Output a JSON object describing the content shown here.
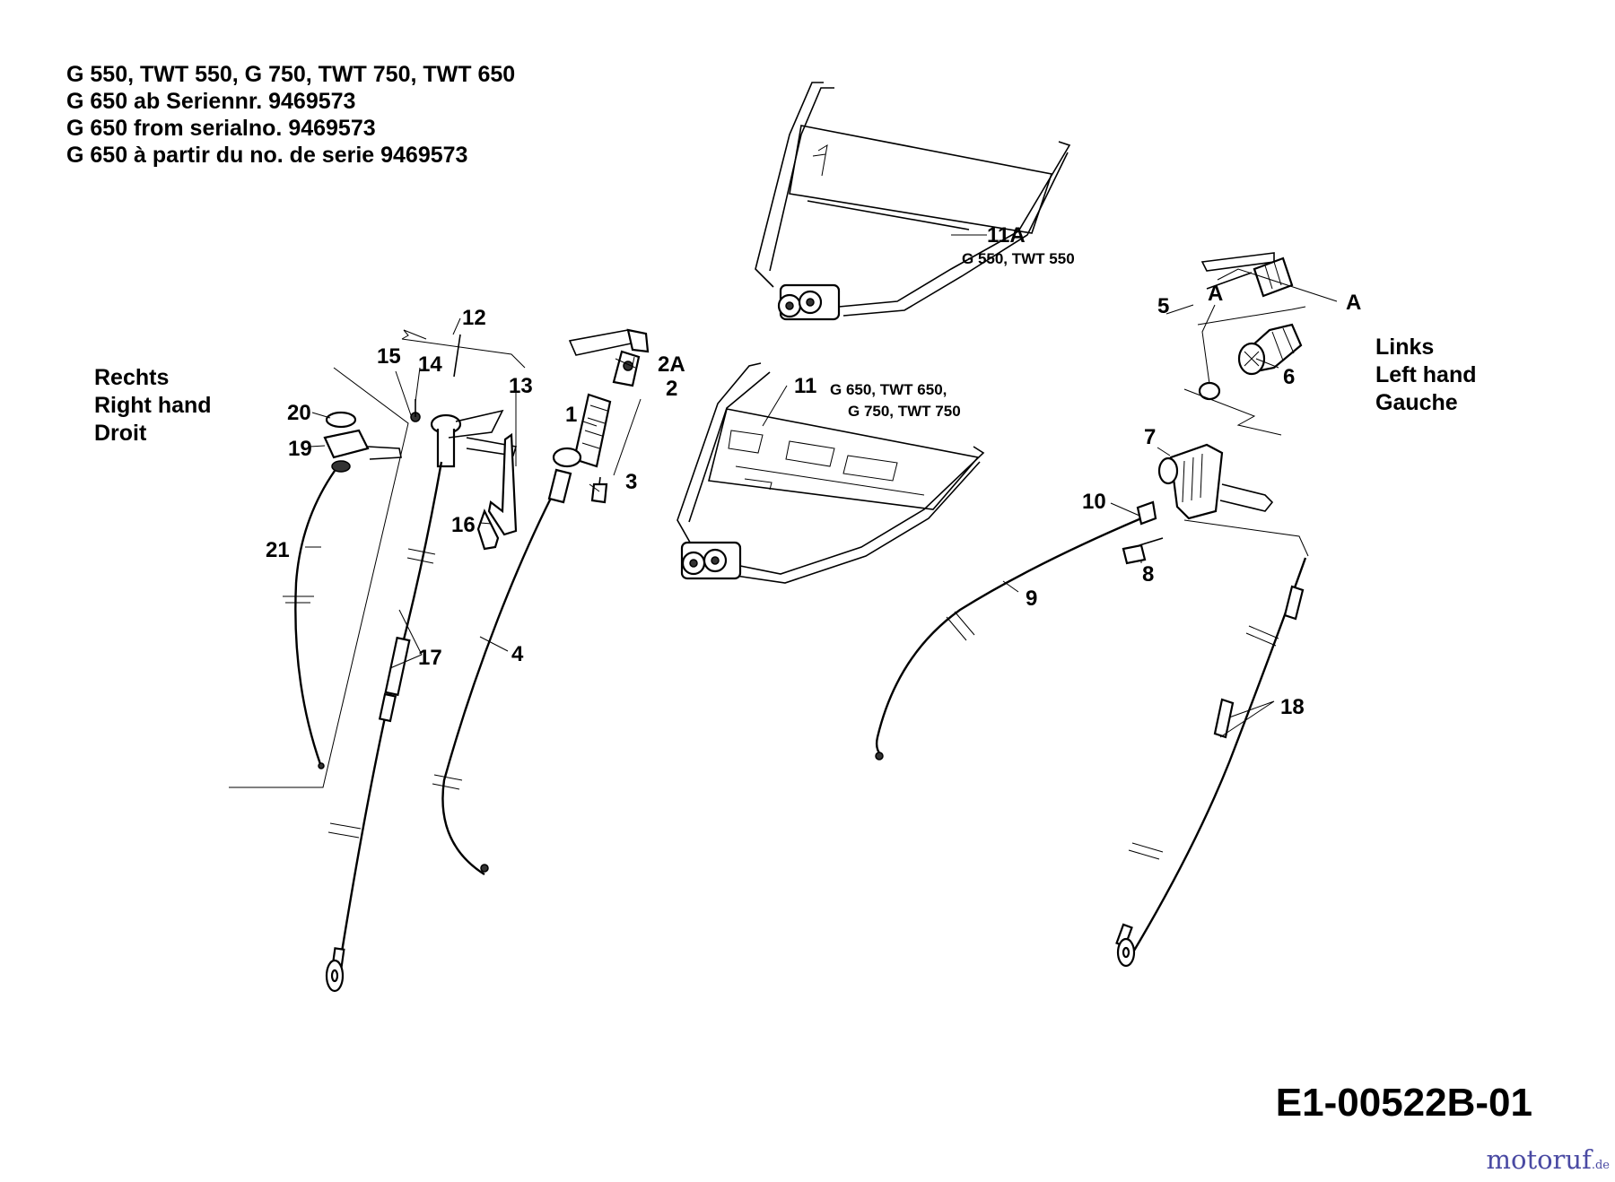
{
  "header": {
    "lines": [
      "G 550, TWT 550, G 750, TWT 750, TWT 650",
      "G 650 ab Seriennr. 9469573",
      "G 650 from serialno. 9469573",
      "G 650 à partir du no. de serie 9469573"
    ]
  },
  "right_hand": {
    "lines": [
      "Rechts",
      "Right hand",
      "Droit"
    ]
  },
  "left_hand": {
    "lines": [
      "Links",
      "Left hand",
      "Gauche"
    ]
  },
  "callouts": {
    "p1": "1",
    "p2": "2",
    "p2a": "2A",
    "p3": "3",
    "p4": "4",
    "p5": "5",
    "p6": "6",
    "p7": "7",
    "p8": "8",
    "p9": "9",
    "p10": "10",
    "p11": "11",
    "p11a": "11A",
    "p12": "12",
    "p13": "13",
    "p14": "14",
    "p15": "15",
    "p16": "16",
    "p17": "17",
    "p18": "18",
    "p19": "19",
    "p20": "20",
    "p21": "21",
    "ref_a1": "A",
    "ref_a2": "A"
  },
  "notes": {
    "handle_11a": "G 550, TWT 550",
    "handle_11_line1": "G 650, TWT 650,",
    "handle_11_line2": "G 750, TWT 750"
  },
  "drawing_code": "E1-00522B-01",
  "watermark": {
    "name": "motoruf",
    "tld": ".de"
  }
}
